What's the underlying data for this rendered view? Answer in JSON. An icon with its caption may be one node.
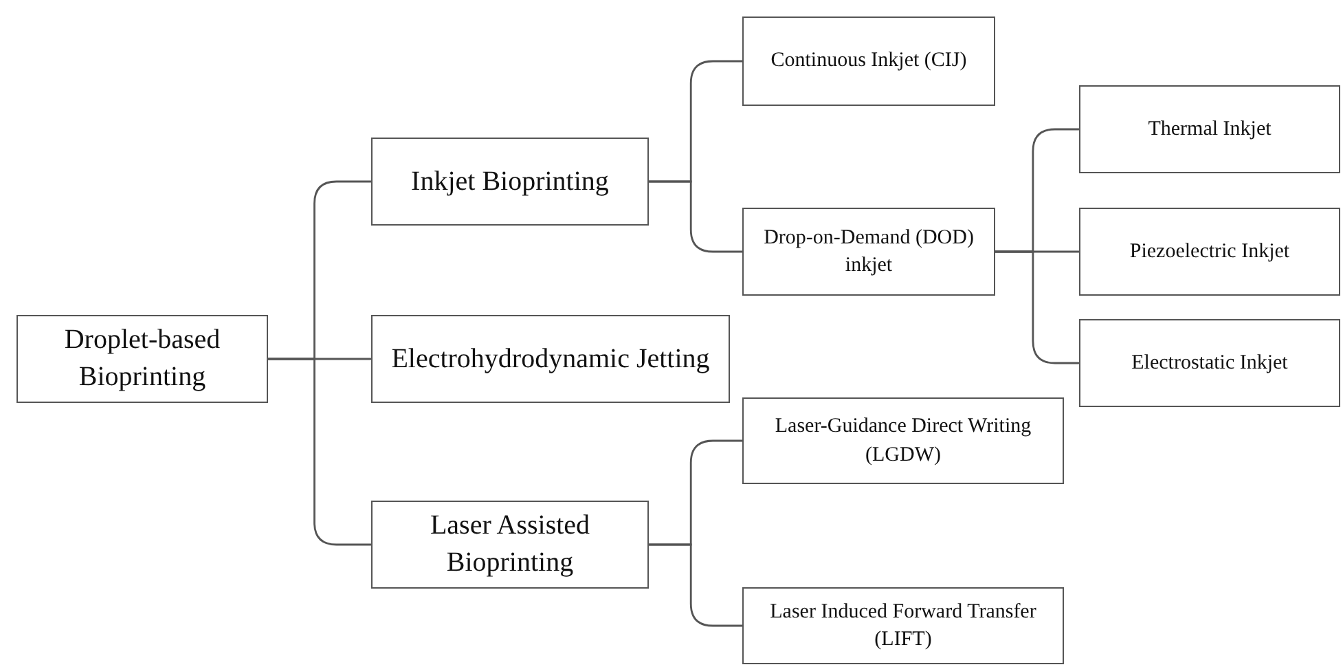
{
  "diagram": {
    "nodes": [
      {
        "text": [
          "Droplet-based Bioprinting"
        ]
      },
      {
        "text": [
          "Inkjet Bioprinting"
        ]
      },
      {
        "text": [
          "Electrohydrodynamic Jetting"
        ]
      },
      {
        "text": [
          "Laser Assisted Bioprinting"
        ]
      },
      {
        "text": [
          "Continuous Inkjet (CIJ)"
        ]
      },
      {
        "text": [
          "Drop-on-Demand (DOD) inkjet"
        ]
      },
      {
        "text": [
          "Laser-Guidance Direct Writing (LGDW)"
        ]
      },
      {
        "text": [
          "Laser Induced Forward Transfer (LIFT)"
        ]
      },
      {
        "text": [
          "Thermal Inkjet"
        ]
      },
      {
        "text": [
          "Piezoelectric Inkjet"
        ]
      },
      {
        "text": [
          "Electrostatic Inkjet"
        ]
      }
    ],
    "edges": [
      {
        "from": 0,
        "to": 1,
        "arrow": "none"
      },
      {
        "from": 0,
        "to": 2,
        "arrow": "none"
      },
      {
        "from": 0,
        "to": 3,
        "arrow": "none"
      },
      {
        "from": 1,
        "to": 4,
        "arrow": "none"
      },
      {
        "from": 1,
        "to": 5,
        "arrow": "none"
      },
      {
        "from": 5,
        "to": 8,
        "arrow": "none"
      },
      {
        "from": 5,
        "to": 9,
        "arrow": "none"
      },
      {
        "from": 5,
        "to": 10,
        "arrow": "none"
      },
      {
        "from": 3,
        "to": 6,
        "arrow": "none"
      },
      {
        "from": 3,
        "to": 7,
        "arrow": "none"
      }
    ]
  }
}
